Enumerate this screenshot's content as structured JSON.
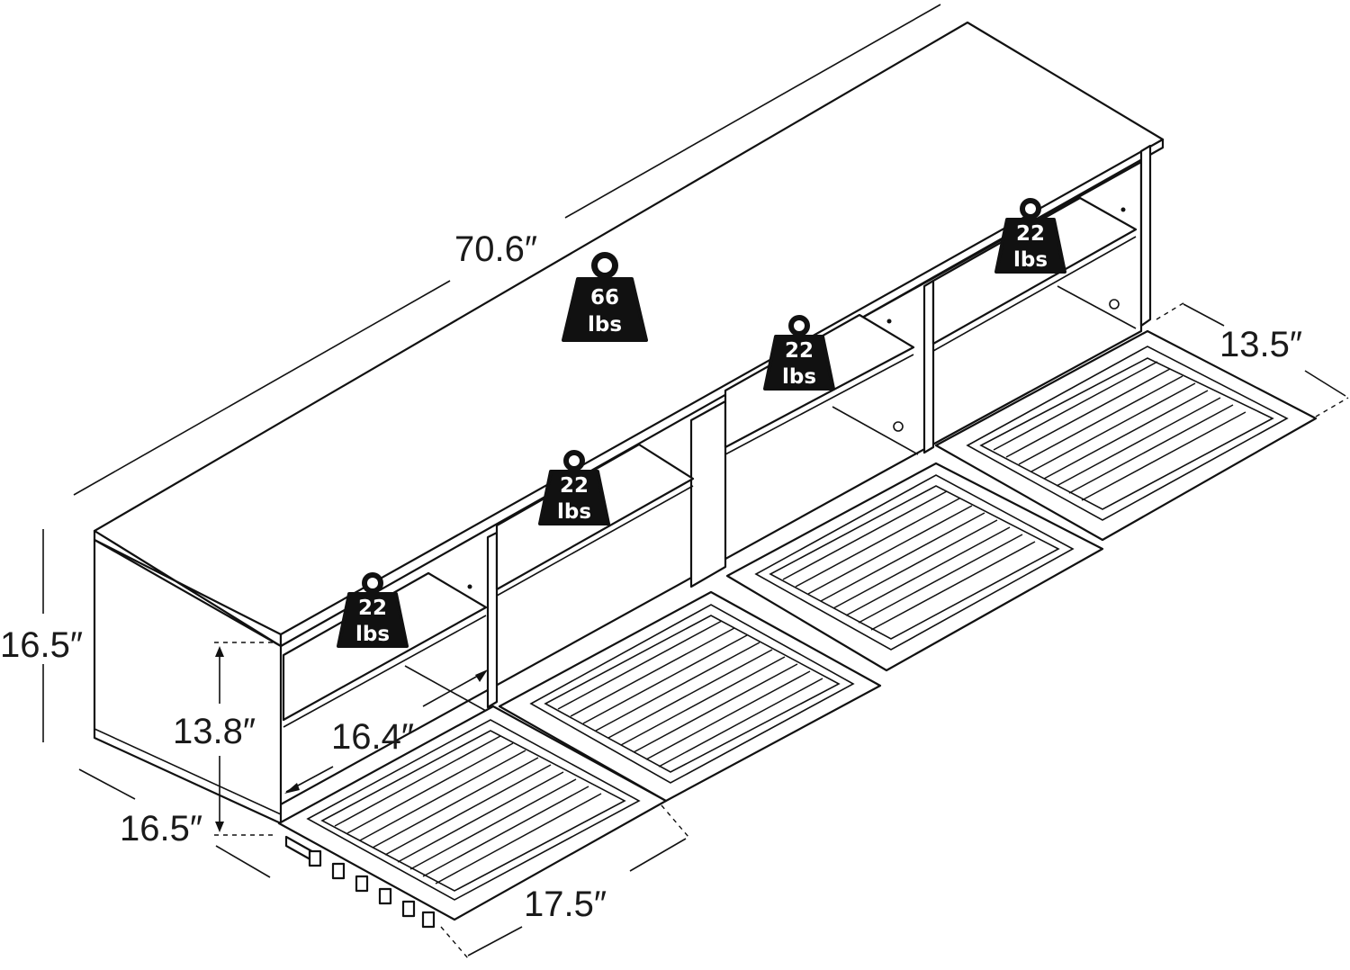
{
  "dimensions": {
    "length": "70.6″",
    "height": "16.5″",
    "inner_height": "13.8″",
    "compartment_width": "16.4″",
    "depth": "16.5″",
    "door_width": "17.5″",
    "side_depth": "13.5″"
  },
  "weights": {
    "top": {
      "value": "66",
      "unit": "lbs"
    },
    "shelf_1": {
      "value": "22",
      "unit": "lbs"
    },
    "shelf_2": {
      "value": "22",
      "unit": "lbs"
    },
    "shelf_3": {
      "value": "22",
      "unit": "lbs"
    },
    "shelf_4": {
      "value": "22",
      "unit": "lbs"
    }
  },
  "colors": {
    "line": "#111111",
    "weight_fill": "#111111",
    "background": "#ffffff"
  }
}
